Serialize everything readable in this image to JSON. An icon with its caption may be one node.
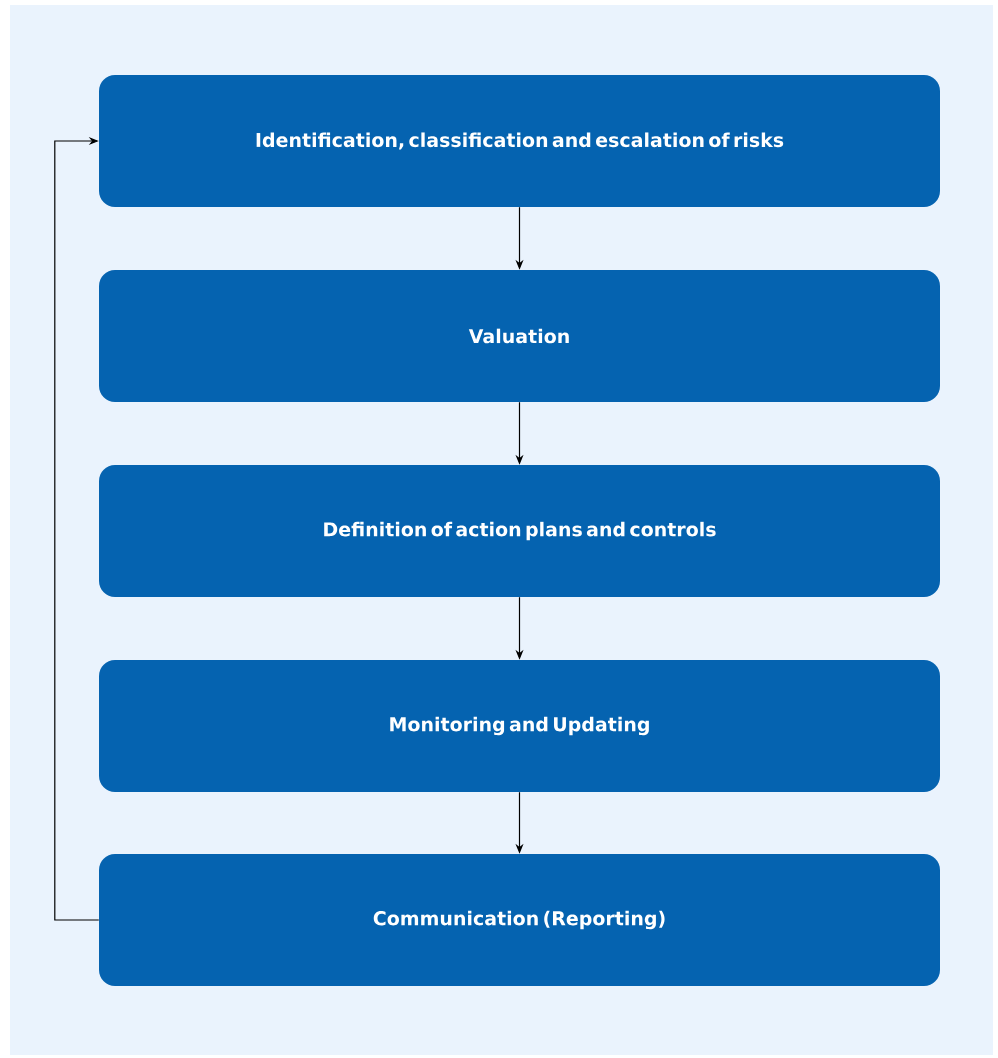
{
  "diagram": {
    "nodes": [
      {
        "text": [
          "Identification, classification and escalation of risks"
        ]
      },
      {
        "text": [
          "Valuation"
        ]
      },
      {
        "text": [
          "Definition of action plans and controls"
        ]
      },
      {
        "text": [
          "Monitoring and Updating"
        ]
      },
      {
        "text": [
          "Communication (Reporting)"
        ]
      }
    ],
    "edges": [
      {
        "from": 0,
        "to": 1,
        "arrow": "to"
      },
      {
        "from": 1,
        "to": 2,
        "arrow": "to"
      },
      {
        "from": 2,
        "to": 3,
        "arrow": "to"
      },
      {
        "from": 3,
        "to": 4,
        "arrow": "to"
      },
      {
        "from": 4,
        "to": 0,
        "arrow": "to"
      }
    ]
  }
}
